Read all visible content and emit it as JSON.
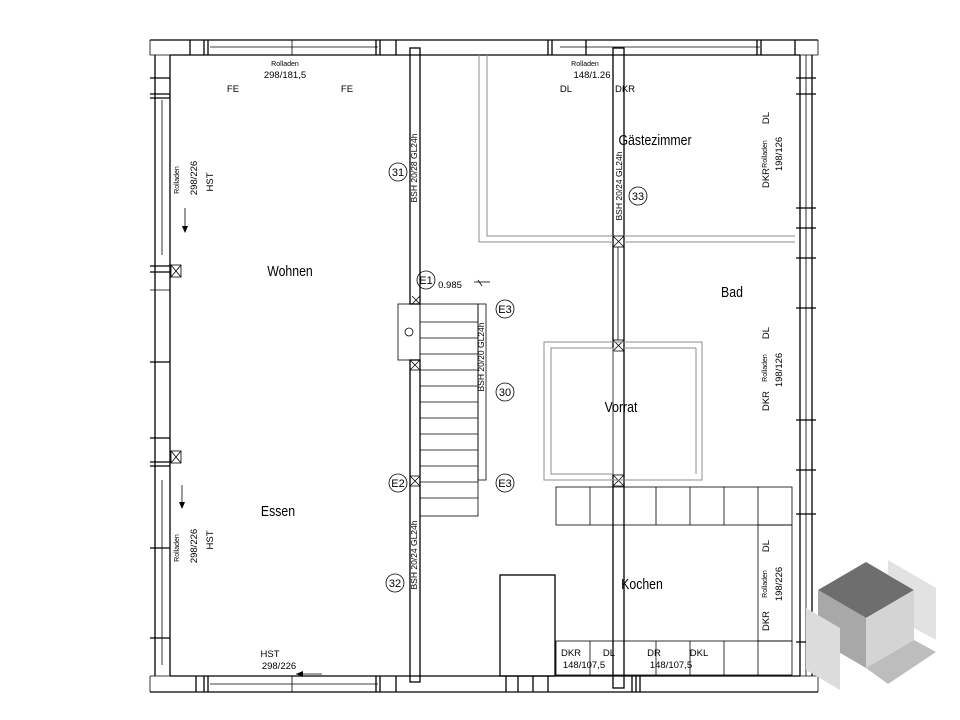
{
  "rooms": {
    "wohnen": "Wohnen",
    "essen": "Essen",
    "gaestezimmer": "Gästezimmer",
    "bad": "Bad",
    "vorrat": "Vorrat",
    "kochen": "Kochen"
  },
  "windows": {
    "top_left": {
      "roll": "Rolladen",
      "size": "298/181,5",
      "fe_a": "FE",
      "fe_b": "FE"
    },
    "top_right": {
      "roll": "Rolladen",
      "size": "148/1.26",
      "dl": "DL",
      "dkr": "DKR"
    },
    "left_upper": {
      "roll": "Rolladen",
      "size": "298/226",
      "type": "HST"
    },
    "left_lower": {
      "roll": "Rolladen",
      "size": "298/226",
      "type": "HST"
    },
    "bottom_left": {
      "type": "HST",
      "size": "298/226"
    },
    "right_gast": {
      "roll": "Rolladen",
      "size": "198/126",
      "dl": "DL",
      "dkr": "DKR"
    },
    "right_bad": {
      "roll": "Rolladen",
      "size": "198/126",
      "dl": "DL",
      "dkr": "DKR"
    },
    "right_kochen": {
      "roll": "Rolladen",
      "size": "198/226",
      "dl": "DL",
      "dkr": "DKR"
    },
    "bottom_mid": {
      "dkr": "DKR",
      "size": "148/107,5",
      "dl": "DL"
    },
    "bottom_right": {
      "dr": "DR",
      "dkl": "DKL",
      "size": "148/107,5"
    }
  },
  "beams": {
    "b31": "BSH 20/28 GL24h",
    "b32": "BSH 20/24 GL24h",
    "b33": "BSH 20/24 GL24h",
    "b30": "BSH 20/20 GL24h"
  },
  "markers": {
    "m31": "31",
    "m32": "32",
    "m33": "33",
    "m30": "30",
    "e1": "E1",
    "e2": "E2",
    "e3a": "E3",
    "e3b": "E3"
  },
  "stair_height": "0.985",
  "colors": {
    "line": "#000000",
    "grey_line": "#8c8c8c",
    "logo_dark": "#6e6e6e",
    "logo_mid": "#a8a8a8",
    "logo_light": "#d4d4d4"
  }
}
